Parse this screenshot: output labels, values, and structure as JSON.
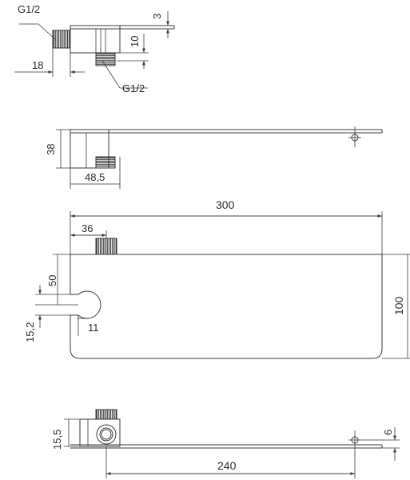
{
  "views": {
    "top_view": {
      "thread_label_inlet": "G1/2",
      "thread_label_outlet": "G1/2",
      "dim_plate_thickness": "3",
      "dim_outlet_offset": "10",
      "dim_inlet_length": "18"
    },
    "side_view": {
      "dim_height": "38",
      "dim_body_width": "48,5"
    },
    "front_view": {
      "dim_total_length": "300",
      "dim_outlet_position": "36",
      "dim_slot_position": "50",
      "dim_depth": "100",
      "dim_slot_width": "15,2",
      "dim_slot_radius": "11"
    },
    "bottom_view": {
      "dim_body_height": "15,5",
      "dim_hole_distance": "240",
      "dim_hole_offset": "6"
    }
  },
  "colors": {
    "line": "#3a3a3a",
    "thread": "#2a2a2a",
    "background": "#ffffff"
  }
}
